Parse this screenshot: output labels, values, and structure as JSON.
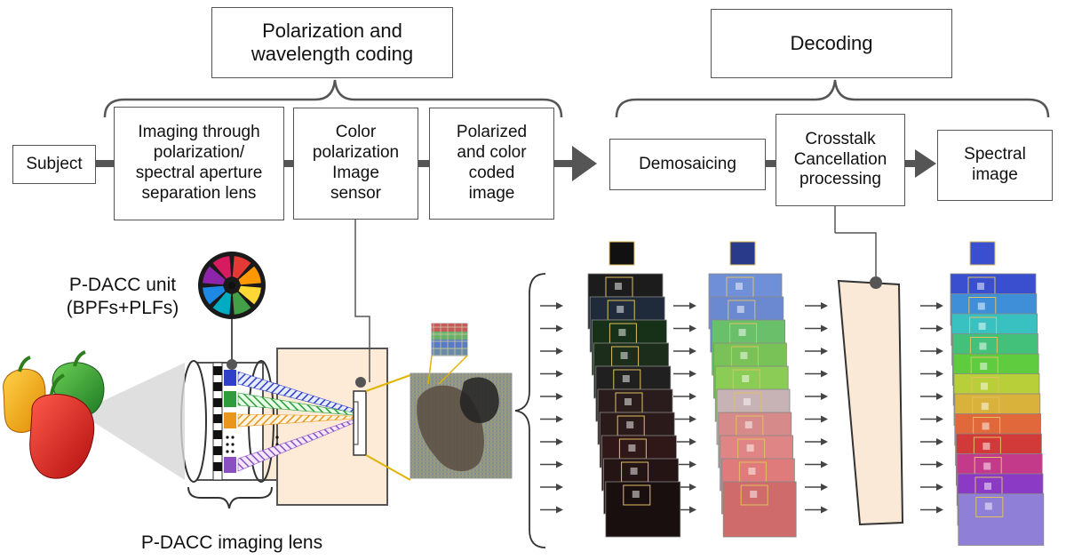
{
  "headers": {
    "coding": "Polarization and\nwavelength coding",
    "decoding": "Decoding"
  },
  "flow": {
    "subject": "Subject",
    "lens": "Imaging through\npolarization/\nspectral aperture\nseparation lens",
    "sensor": "Color\npolarization\nImage\nsensor",
    "coded": "Polarized\nand color\ncoded\nimage",
    "demosaicing": "Demosaicing",
    "crosstalk": "Crosstalk\nCancellation\nprocessing",
    "spectral": "Spectral\nimage"
  },
  "labels": {
    "pdacc_unit": "P-DACC unit\n(BPFs+PLFs)",
    "pdacc_lens": "P-DACC imaging lens"
  },
  "colors": {
    "arrow": "#555555",
    "cancel_bar": "#fbe9d8",
    "camera_body": "#fdebd8",
    "wheel": [
      "#e53935",
      "#ff9800",
      "#fdd835",
      "#43a047",
      "#00acc1",
      "#1e88e5",
      "#8e24aa",
      "#d81b60"
    ],
    "demosaic_stack": [
      "#1c1c1c",
      "#1f2a3a",
      "#173018",
      "#1c2d1c",
      "#202020",
      "#2a1c1c",
      "#2b1a1a",
      "#301818",
      "#241414",
      "#1a0f0f"
    ],
    "mid_stack": [
      "#6f8fd8",
      "#6a89d0",
      "#6ac06a",
      "#78c258",
      "#8acc55",
      "#c7b2b5",
      "#d68a8a",
      "#e08585",
      "#e07b7b",
      "#cf6b6b"
    ],
    "spectral_stack": [
      "#3a4fd0",
      "#3f8fd8",
      "#39c0c0",
      "#43c07a",
      "#5fcc3f",
      "#b9cf3a",
      "#d8b23a",
      "#e0683a",
      "#d23a3a",
      "#c43a8a",
      "#8a3ac4",
      "#8f7fd6"
    ]
  }
}
